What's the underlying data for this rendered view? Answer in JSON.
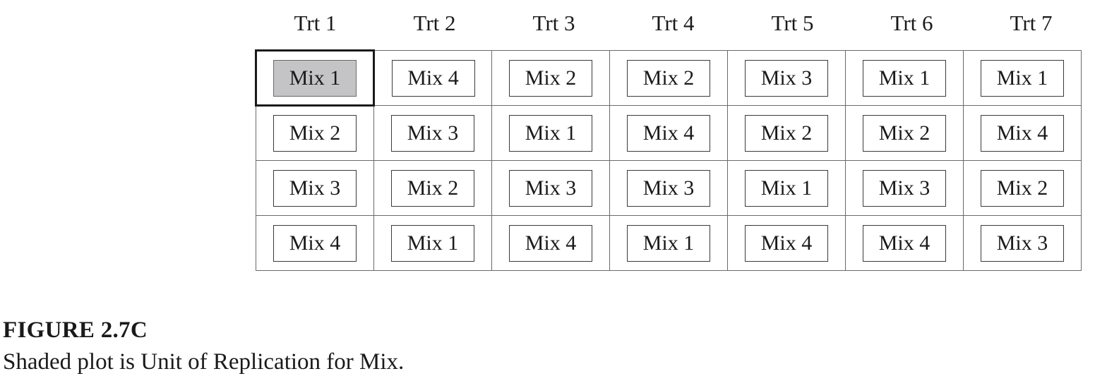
{
  "figure": {
    "treatments": [
      "Trt 1",
      "Trt 2",
      "Trt 3",
      "Trt 4",
      "Trt 5",
      "Trt 6",
      "Trt 7"
    ],
    "rows": [
      [
        "Mix 1",
        "Mix 4",
        "Mix 2",
        "Mix 2",
        "Mix 3",
        "Mix 1",
        "Mix 1"
      ],
      [
        "Mix 2",
        "Mix 3",
        "Mix 1",
        "Mix 4",
        "Mix 2",
        "Mix 2",
        "Mix 4"
      ],
      [
        "Mix 3",
        "Mix 2",
        "Mix 3",
        "Mix 3",
        "Mix 1",
        "Mix 3",
        "Mix 2"
      ],
      [
        "Mix 4",
        "Mix 1",
        "Mix 4",
        "Mix 1",
        "Mix 4",
        "Mix 4",
        "Mix 3"
      ]
    ],
    "shaded_cell": {
      "row": 0,
      "col": 0
    },
    "colors": {
      "shade": "#c4c4c6",
      "grid_line": "#6a6a6a"
    }
  },
  "caption": {
    "label": "FIGURE 2.7C",
    "text": "Shaded plot is Unit of Replication for Mix."
  }
}
